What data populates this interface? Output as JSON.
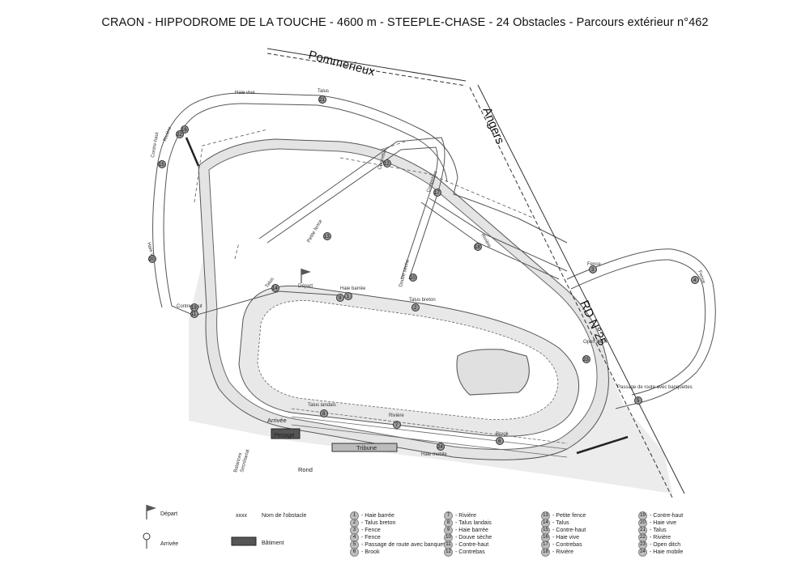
{
  "title": "CRAON - HIPPODROME DE LA TOUCHE - 4600 m - STEEPLE-CHASE - 24 Obstacles - Parcours extérieur n°462",
  "roads": {
    "pommerieux": "Pommerieux",
    "angers": "Angers",
    "rd25": "RD N°25"
  },
  "places": {
    "depart": "Départ",
    "arrivee": "Arrivée",
    "pesage": "Pesage",
    "tribune": "Tribune",
    "rond": "Rond",
    "balances": "Balances",
    "secretariat": "Secrétariat"
  },
  "obstacles": [
    {
      "n": "1",
      "name": "Haie barrée"
    },
    {
      "n": "2",
      "name": "Talus breton"
    },
    {
      "n": "3",
      "name": "Fence"
    },
    {
      "n": "4",
      "name": "Fence"
    },
    {
      "n": "5",
      "name": "Passage de route avec banquettes"
    },
    {
      "n": "6",
      "name": "Brook"
    },
    {
      "n": "7",
      "name": "Rivière"
    },
    {
      "n": "8",
      "name": "Talus landais"
    },
    {
      "n": "9",
      "name": "Haie barrée"
    },
    {
      "n": "10",
      "name": "Douve sèche"
    },
    {
      "n": "11",
      "name": "Contre-haut"
    },
    {
      "n": "12",
      "name": "Contrebas"
    },
    {
      "n": "13",
      "name": "Petite fence"
    },
    {
      "n": "14",
      "name": "Talus"
    },
    {
      "n": "15",
      "name": "Contre-haut"
    },
    {
      "n": "16",
      "name": "Haie vive"
    },
    {
      "n": "17",
      "name": "Contrebas"
    },
    {
      "n": "18",
      "name": "Rivière"
    },
    {
      "n": "19",
      "name": "Contre-haut"
    },
    {
      "n": "20",
      "name": "Haie vive"
    },
    {
      "n": "21",
      "name": "Talus"
    },
    {
      "n": "22",
      "name": "Rivière"
    },
    {
      "n": "23",
      "name": "Open ditch"
    },
    {
      "n": "24",
      "name": "Haie mobile"
    }
  ],
  "map_labels": {
    "haie_barree": "Haie barrée",
    "talus_breton": "Talus breton",
    "talus_landais": "Talus landais",
    "riviere": "Rivière",
    "brook": "Brook",
    "haie_mobile": "Haie mobile",
    "passage_route": "Passage de route avec banquettes",
    "fence": "Fence",
    "fence2": "Fence",
    "open_ditch": "Open ditch",
    "haie_vive": "Haie vive",
    "talus": "Talus",
    "contre_haut": "Contre-haut",
    "riviere2": "Rivière",
    "haie_vive2": "Haie vive",
    "petite_fence": "Petite fence",
    "douve_seche": "Douve sèche",
    "talus2": "Talus",
    "riviere3": "Rivière",
    "contrebas": "Contrebas",
    "contre_haut2": "Contre-haut",
    "contrebas2": "Contrebas"
  },
  "legend": {
    "depart": "Départ",
    "arrivee": "Arrivée",
    "xxxx": "xxxx",
    "nom": "Nom de l'obstacle",
    "batiment": "Bâtiment"
  },
  "colors": {
    "track_fill": "#e6e6e6",
    "line": "#444444",
    "building": "#555555"
  }
}
